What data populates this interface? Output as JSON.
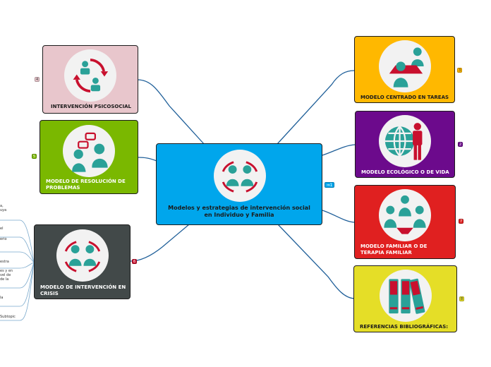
{
  "center": {
    "title": "Modelos y estrategias de intervención social en      Individuo y Familia",
    "color": "#00a6ec",
    "badge": "1"
  },
  "topics": [
    {
      "id": "psicosocial",
      "label": "INTERVENCIÓN PSICOSOCIAL",
      "color": "#e8c6cc",
      "badge": "4",
      "icon": "arrows-people-icon"
    },
    {
      "id": "resolucion",
      "label": "MODELO DE RESOLUCIÓN DE PROBLEMAS",
      "color": "#7ab800",
      "badge": "5",
      "icon": "chat-people-icon"
    },
    {
      "id": "crisis",
      "label": "MODELO DE INTERVENCIÓN EN CRISIS",
      "color": "#424949",
      "badge": "6",
      "icon": "couple-icon"
    },
    {
      "id": "tareas",
      "label": "MODELO CENTRADO EN TAREAS",
      "color": "#ffb800",
      "badge": "3",
      "icon": "meeting-icon"
    },
    {
      "id": "ecologico",
      "label": "MODELO ECOLÓGICO O DE VIDA",
      "color": "#6c0a8c",
      "badge": "2",
      "icon": "globe-person-icon"
    },
    {
      "id": "familiar",
      "label": "MODELO FAMILIAR O DE TERAPIA FAMILIAR",
      "color": "#e02020",
      "badge": "7",
      "icon": "family-icon"
    },
    {
      "id": "referencias",
      "label": "REFERENCIAS BIBLIOGRÁFICAS:",
      "color": "#e5de27",
      "badge": "8",
      "icon": "books-icon"
    }
  ],
  "crisis_subtopics": [
    {
      "text": "a,\nuya"
    },
    {
      "text": "el"
    },
    {
      "text": "erio"
    },
    {
      "text": "estra"
    },
    {
      "text": "es y en\nvel de\nde la"
    },
    {
      "text": "la"
    },
    {
      "text": "Subtopic"
    }
  ]
}
